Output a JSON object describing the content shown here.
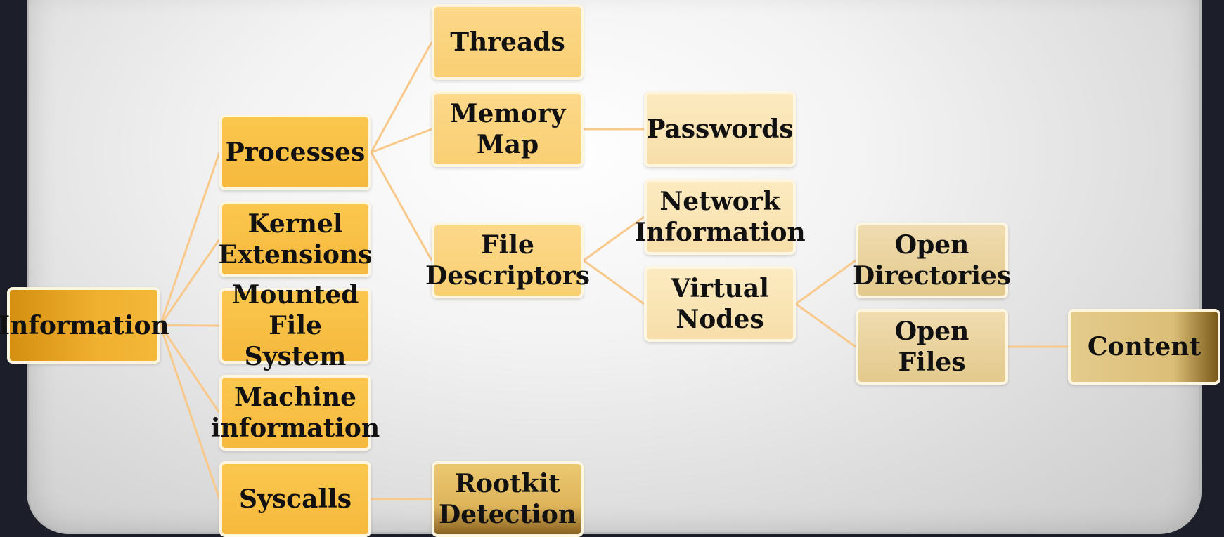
{
  "diagram": {
    "root": "Information",
    "level1": {
      "processes": "Processes",
      "kernel_extensions": "Kernel\nExtensions",
      "mounted_fs": "Mounted\nFile System",
      "machine_info": "Machine\ninformation",
      "syscalls": "Syscalls"
    },
    "level2": {
      "threads": "Threads",
      "memory_map": "Memory\nMap",
      "file_descriptors": "File\nDescriptors",
      "rootkit_detection": "Rootkit\nDetection"
    },
    "level3": {
      "passwords": "Passwords",
      "network_information": "Network\nInformation",
      "virtual_nodes": "Virtual\nNodes"
    },
    "level4": {
      "open_directories": "Open\nDirectories",
      "open_files": "Open Files"
    },
    "level5": {
      "content": "Content"
    },
    "edges": [
      [
        "information",
        "processes"
      ],
      [
        "information",
        "kernel_extensions"
      ],
      [
        "information",
        "mounted_fs"
      ],
      [
        "information",
        "machine_info"
      ],
      [
        "information",
        "syscalls"
      ],
      [
        "processes",
        "threads"
      ],
      [
        "processes",
        "memory_map"
      ],
      [
        "processes",
        "file_descriptors"
      ],
      [
        "memory_map",
        "passwords"
      ],
      [
        "file_descriptors",
        "network_information"
      ],
      [
        "file_descriptors",
        "virtual_nodes"
      ],
      [
        "virtual_nodes",
        "open_directories"
      ],
      [
        "virtual_nodes",
        "open_files"
      ],
      [
        "open_files",
        "content"
      ],
      [
        "syscalls",
        "rootkit_detection"
      ]
    ],
    "colors": {
      "connector": "#f8c98a",
      "node_border": "#fff6e2",
      "root_fill": "#e8a21f",
      "level1_fill": "#f8bf46",
      "level2_fill": "#fbd47e",
      "level3_fill": "#fae4b4",
      "level4_fill": "#e9d29c"
    }
  }
}
